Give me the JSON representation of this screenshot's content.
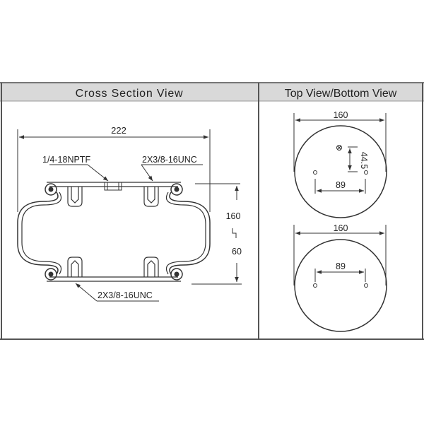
{
  "headers": {
    "cross_section": "Cross Section View",
    "top_bottom": "Top View/Bottom View"
  },
  "cross_section": {
    "width_dim": "222",
    "port_label": "1/4-18NPTF",
    "top_stud_label": "2X3/8-16UNC",
    "bottom_stud_label": "2X3/8-16UNC",
    "max_height": "160",
    "min_height": "60"
  },
  "top_view": {
    "diameter": "160",
    "hole_spacing": "89",
    "port_offset": "44.5"
  },
  "bottom_view": {
    "diameter": "160",
    "hole_spacing": "89"
  },
  "colors": {
    "header_bg": "#d9d9d9",
    "line": "#333333",
    "border": "#555555"
  }
}
